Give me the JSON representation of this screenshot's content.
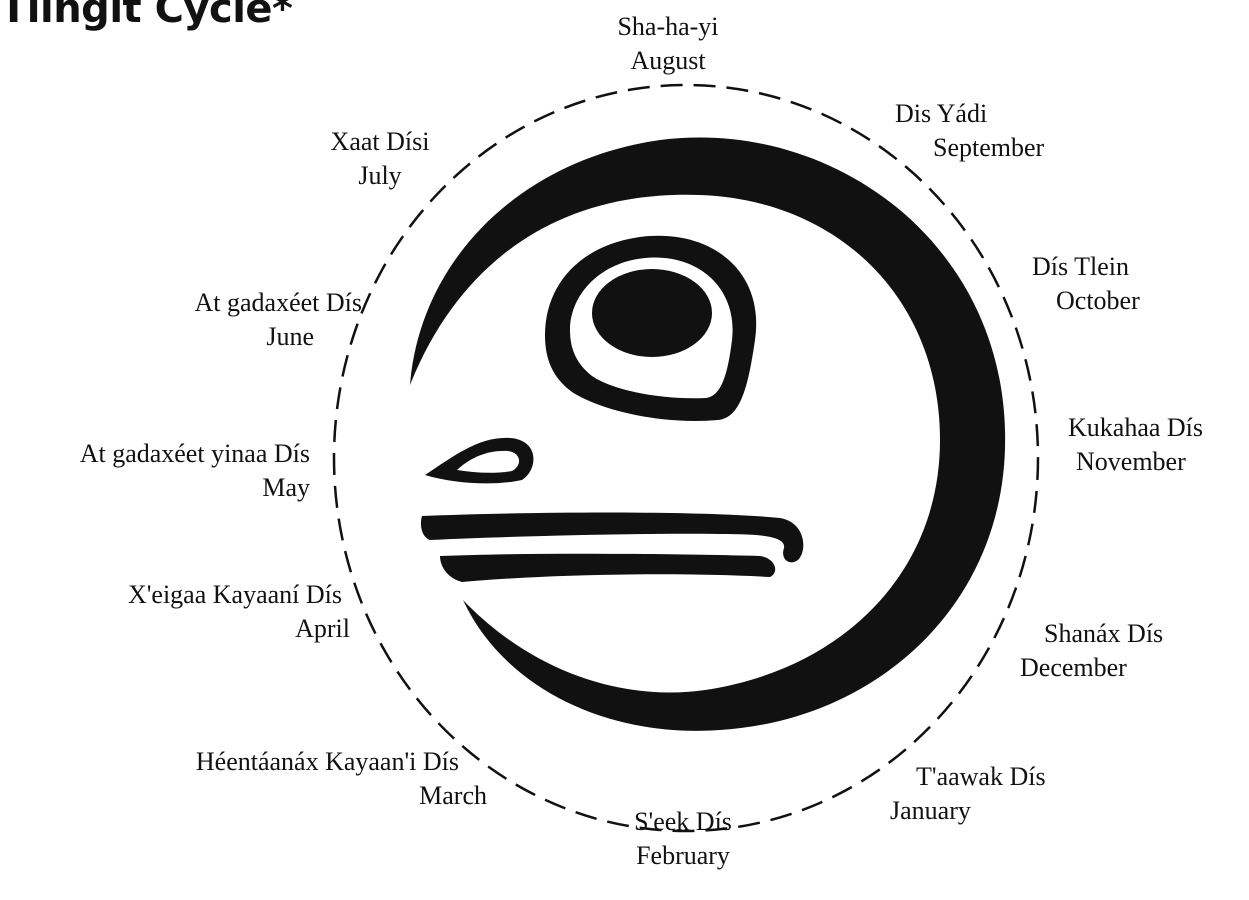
{
  "title": "Tlingit Cycle*",
  "months": [
    {
      "name": "Sha-ha-yi",
      "english": "August"
    },
    {
      "name": "Dis Yádi",
      "english": "September"
    },
    {
      "name": "Dís Tlein",
      "english": "October"
    },
    {
      "name": "Kukahaa Dís",
      "english": "November"
    },
    {
      "name": "Shanáx Dís",
      "english": "December"
    },
    {
      "name": "T'aawak Dís",
      "english": "January"
    },
    {
      "name": "S'eek Dís",
      "english": "February"
    },
    {
      "name": "Héentáanáx Kayaan'i Dís",
      "english": "March"
    },
    {
      "name": "X'eigaa Kayaaní Dís",
      "english": "April"
    },
    {
      "name": "At gadaxéet yinaa Dís",
      "english": "May"
    },
    {
      "name": "At gadaxéet Dís",
      "english": "June"
    },
    {
      "name": "Xaat Dísi",
      "english": "July"
    }
  ]
}
